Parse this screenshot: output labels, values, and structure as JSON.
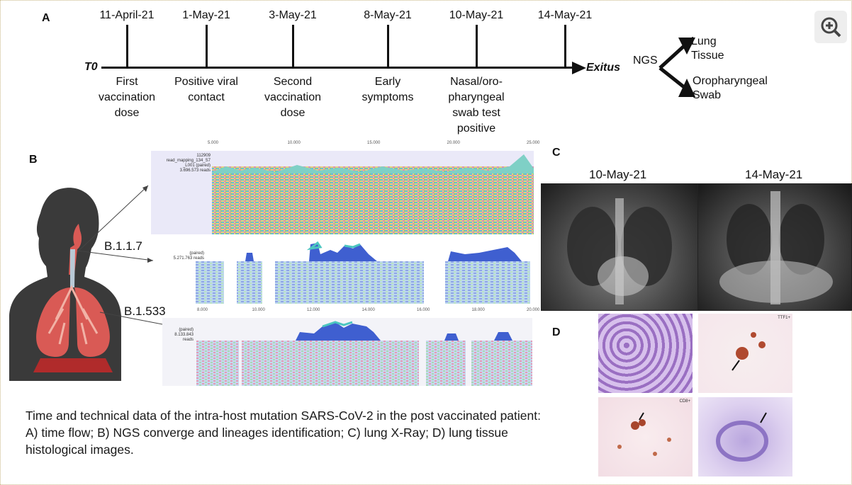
{
  "panels": {
    "a": "A",
    "b": "B",
    "c": "C",
    "d": "D"
  },
  "timeline": {
    "start_label": "T0",
    "end_label": "Exitus",
    "ngs_label": "NGS",
    "branch_top": "Lung\nTissue",
    "branch_bottom": "Oropharyngeal\nSwab",
    "events": [
      {
        "date": "11-April-21",
        "label": "First\nvaccination\ndose"
      },
      {
        "date": "1-May-21",
        "label": "Positive viral\ncontact"
      },
      {
        "date": "3-May-21",
        "label": "Second\nvaccination\ndose"
      },
      {
        "date": "8-May-21",
        "label": "Early\nsymptoms"
      },
      {
        "date": "10-May-21",
        "label": "Nasal/oro-\npharyngeal\nswab test\npositive"
      },
      {
        "date": "14-May-21",
        "label": ""
      }
    ]
  },
  "ngs": {
    "lineage_1": "B.1.1.7",
    "lineage_2": "B.1.533",
    "track_1_label": "112909\nread_mapping_134_S7\n_L001 (paired)\n3.696.573 reads",
    "track_2_label": "(paired)\n5.271.763 reads",
    "track_3_label": "(paired)\n8.133.843 reads",
    "ticks_top": [
      "5.000",
      "10.000",
      "15.000",
      "20.000",
      "25.000"
    ],
    "ticks_bottom": [
      "8.000",
      "10.000",
      "12.000",
      "14.000",
      "16.000",
      "18.000",
      "20.000"
    ]
  },
  "xray": {
    "date_1": "10-May-21",
    "date_2": "14-May-21"
  },
  "histology": {
    "stain_2": "TTF1+",
    "stain_3": "CD8+"
  },
  "caption": "Time and technical data of the intra-host mutation SARS-CoV-2 in the post vaccinated patient: A) time flow; B) NGS converge and lineages identification; C) lung X-Ray; D) lung tissue histological images.",
  "colors": {
    "lung": "#d95a55",
    "bronchi": "#f1b2a6",
    "airway": "#b9c9d6",
    "silhouette": "#3a3a3a",
    "coverage": "#3f5fd0",
    "coverage_top": "#4cc6c0"
  }
}
